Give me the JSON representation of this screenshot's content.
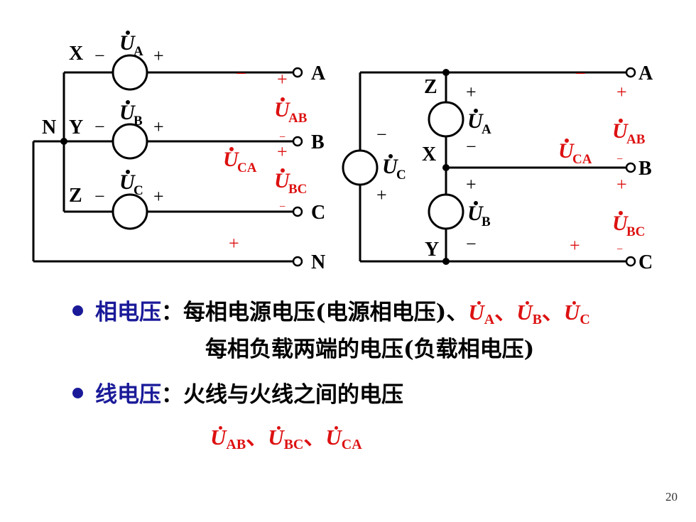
{
  "circuit": {
    "left": {
      "terminals": [
        "A",
        "B",
        "C",
        "N"
      ],
      "nodes": [
        "X",
        "Y",
        "Z",
        "N"
      ],
      "sources": [
        "U",
        "U",
        "U"
      ],
      "source_subs": [
        "A",
        "B",
        "C"
      ],
      "line_labels": [
        "U",
        "U",
        "U"
      ],
      "line_subs": [
        "AB",
        "CA",
        "BC"
      ]
    },
    "right": {
      "terminals": [
        "A",
        "B",
        "C"
      ],
      "nodes": [
        "Z",
        "X",
        "Y"
      ],
      "sources": [
        "U",
        "U",
        "U"
      ],
      "source_subs": [
        "A",
        "B",
        "C"
      ],
      "line_labels": [
        "U",
        "U",
        "U"
      ],
      "line_subs": [
        "AB",
        "CA",
        "BC"
      ]
    },
    "plus": "+",
    "minus": "−",
    "colors": {
      "wire": "#000000",
      "voltage": "#dd1111",
      "heading": "#1a1a99"
    }
  },
  "phase_voltage": {
    "label": "相电压",
    "colon": "：",
    "line1": "每相电源电压(电源相电压)、",
    "symbols": [
      {
        "sym": "U",
        "sub": "A"
      },
      {
        "sym": "U",
        "sub": "B"
      },
      {
        "sym": "U",
        "sub": "C"
      }
    ],
    "sep": "、",
    "line2": "每相负载两端的电压(负载相电压)"
  },
  "line_voltage": {
    "label": "线电压",
    "colon": "：",
    "line1": "火线与火线之间的电压",
    "symbols": [
      {
        "sym": "U",
        "sub": "AB"
      },
      {
        "sym": "U",
        "sub": "BC"
      },
      {
        "sym": "U",
        "sub": "CA"
      }
    ],
    "sep": "、"
  },
  "page_number": "20"
}
